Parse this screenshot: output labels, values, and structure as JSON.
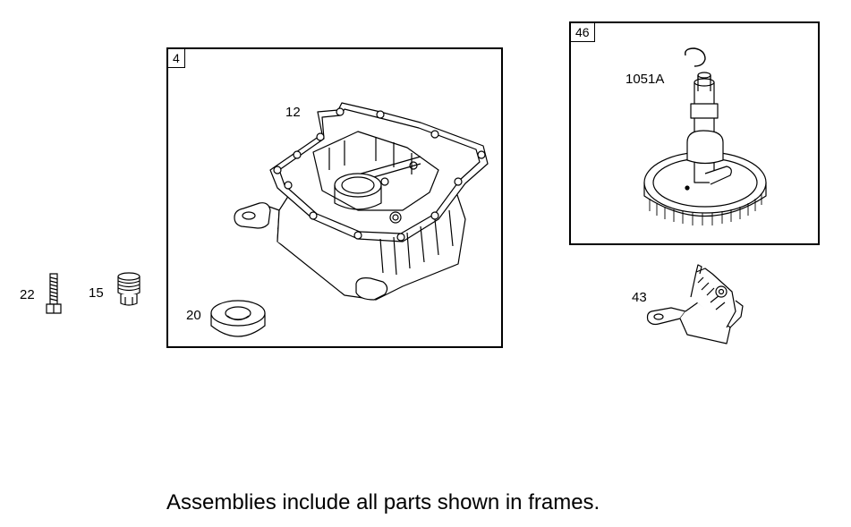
{
  "frames": [
    {
      "id": "4",
      "callouts": [
        "12",
        "20"
      ]
    },
    {
      "id": "46",
      "callouts": [
        "1051A"
      ]
    }
  ],
  "loose_parts": [
    "22",
    "15",
    "43"
  ],
  "caption": "Assemblies include all parts shown in frames."
}
